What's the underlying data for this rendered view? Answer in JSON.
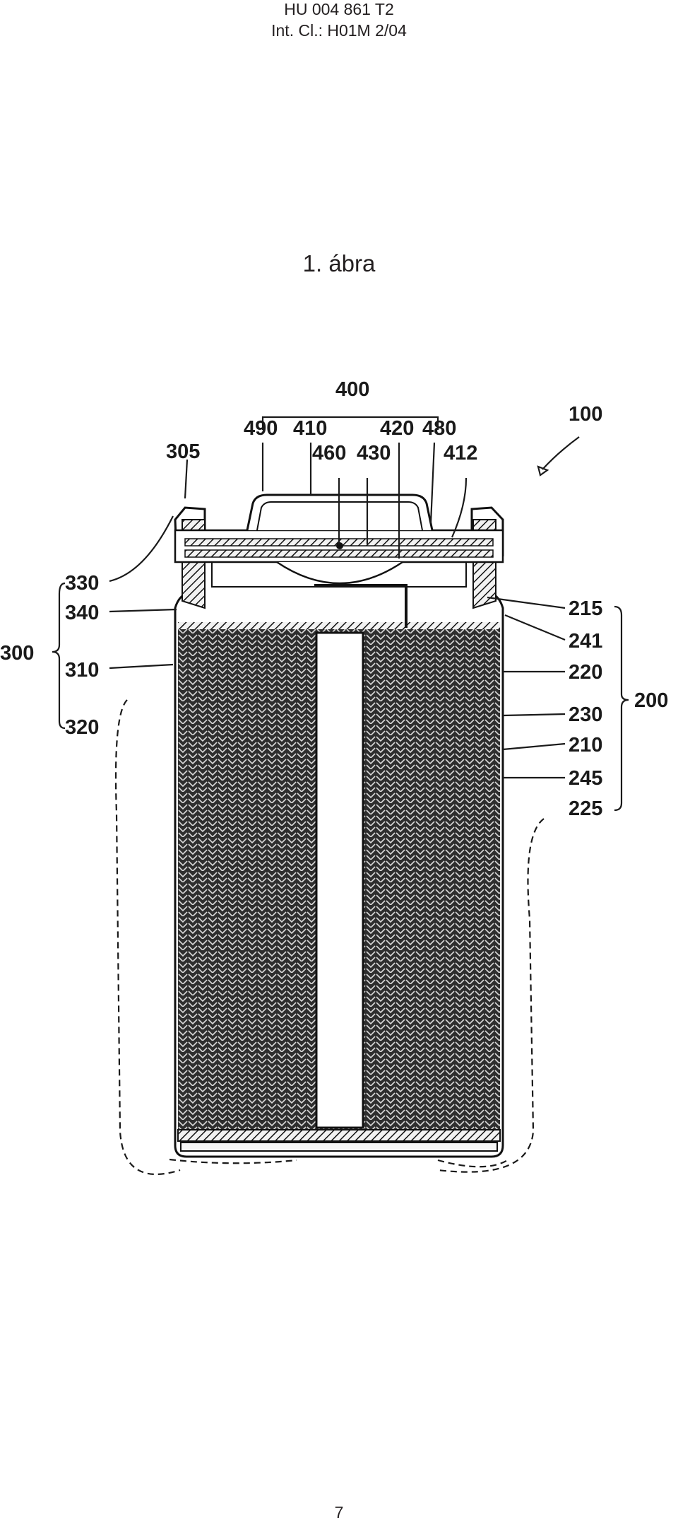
{
  "header": {
    "doc_number": "HU 004 861 T2",
    "classification": "Int. Cl.: H01M 2/04"
  },
  "figure": {
    "title": "1. ábra",
    "labels": {
      "l400": "400",
      "l100": "100",
      "l490": "490",
      "l410": "410",
      "l420": "420",
      "l480": "480",
      "l305": "305",
      "l460": "460",
      "l430": "430",
      "l412": "412",
      "l330": "330",
      "l340": "340",
      "l300": "300",
      "l310": "310",
      "l320": "320",
      "l215": "215",
      "l241": "241",
      "l220": "220",
      "l200": "200",
      "l230": "230",
      "l210": "210",
      "l245": "245",
      "l225": "225"
    }
  },
  "footer": {
    "page_number": "7"
  }
}
